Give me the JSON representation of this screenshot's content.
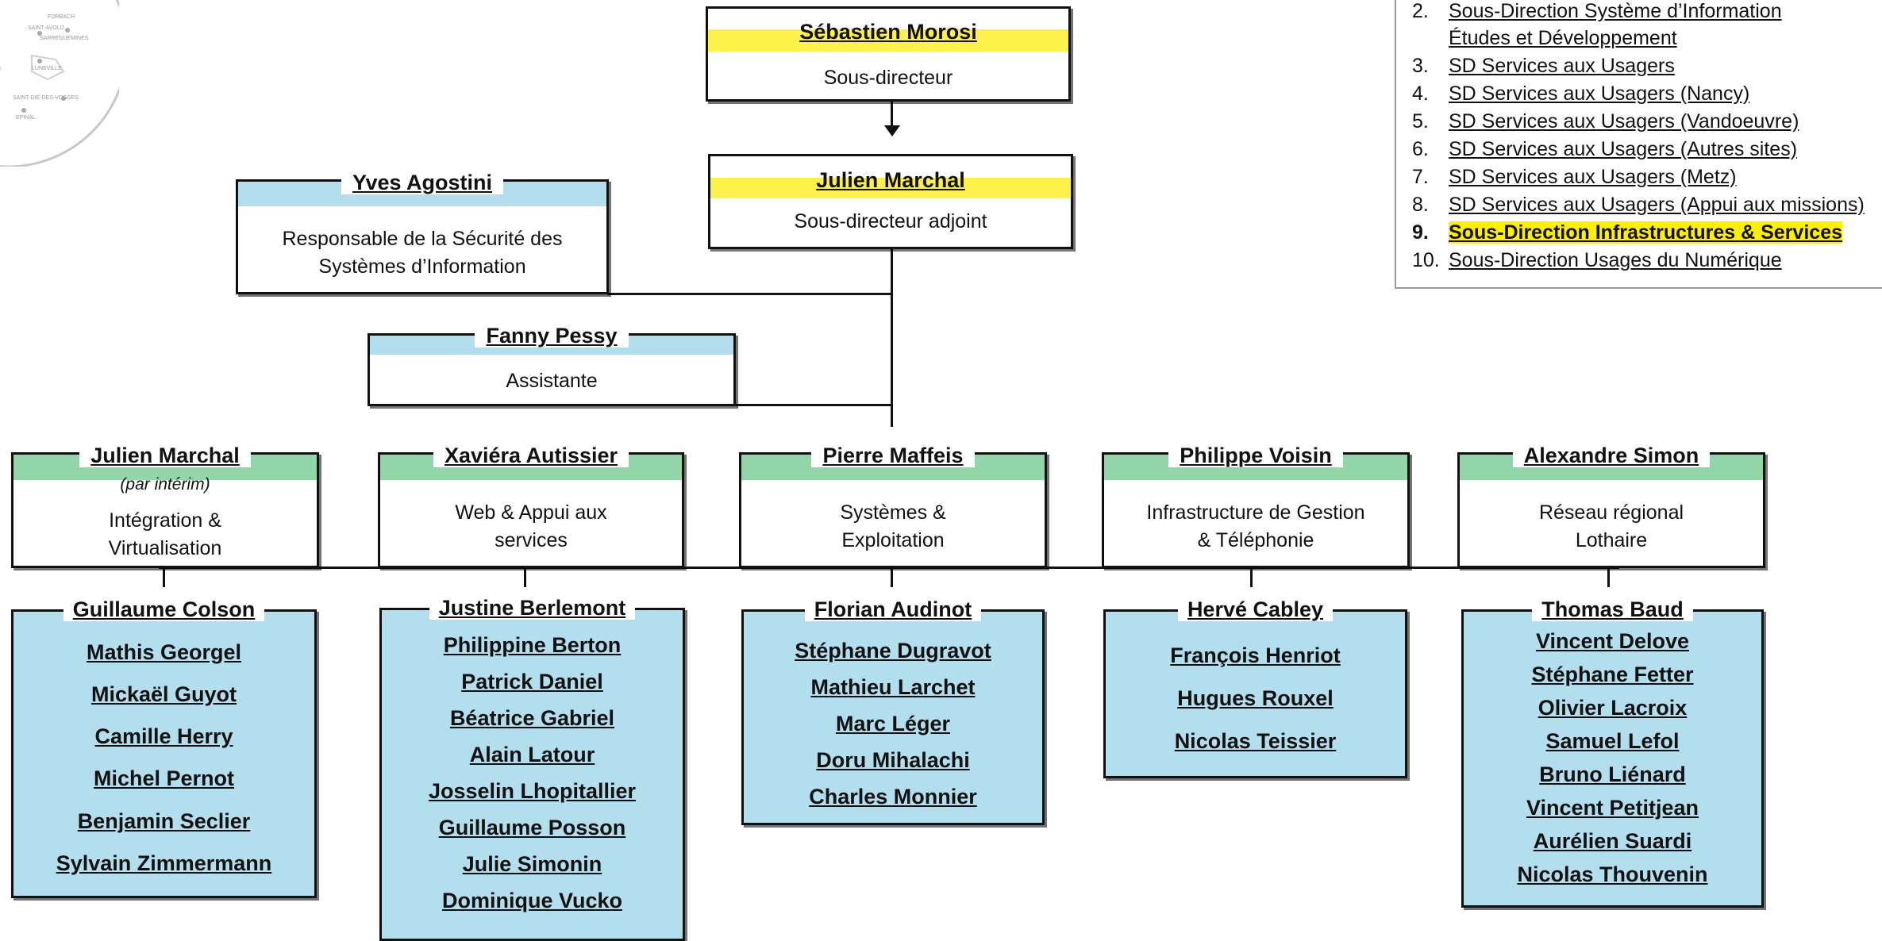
{
  "director": {
    "name": "Sébastien Morosi",
    "role": "Sous-directeur"
  },
  "deputy": {
    "name": "Julien Marchal",
    "role": "Sous-directeur adjoint"
  },
  "security_officer": {
    "name": "Yves Agostini",
    "role_line1": "Responsable de la Sécurité des",
    "role_line2": "Systèmes d’Information"
  },
  "assistant": {
    "name": "Fanny Pessy",
    "role": "Assistante"
  },
  "teams": [
    {
      "lead": "Julien Marchal",
      "note": "(par intérim)",
      "role_line1": "Intégration &",
      "role_line2": "Virtualisation",
      "head": "Guillaume Colson",
      "members": [
        "Mathis Georgel",
        "Mickaël Guyot",
        "Camille Herry",
        "Michel Pernot",
        "Benjamin Seclier",
        "Sylvain Zimmermann"
      ]
    },
    {
      "lead": "Xaviéra Autissier",
      "note": "",
      "role_line1": "Web & Appui aux",
      "role_line2": "services",
      "head": "Justine Berlemont",
      "members": [
        "Philippine Berton",
        "Patrick Daniel",
        "Béatrice Gabriel",
        "Alain Latour",
        "Josselin Lhopitallier",
        "Guillaume Posson",
        "Julie Simonin",
        "Dominique Vucko"
      ]
    },
    {
      "lead": "Pierre Maffeis",
      "note": "",
      "role_line1": "Systèmes &",
      "role_line2": "Exploitation",
      "head": "Florian Audinot",
      "members": [
        "Stéphane Dugravot",
        "Mathieu Larchet",
        "Marc Léger",
        "Doru Mihalachi",
        "Charles Monnier"
      ]
    },
    {
      "lead": "Philippe Voisin",
      "note": "",
      "role_line1": "Infrastructure de Gestion",
      "role_line2": "& Téléphonie",
      "head": "Hervé Cabley",
      "members": [
        "François Henriot",
        "Hugues Rouxel",
        "Nicolas Teissier"
      ]
    },
    {
      "lead": "Alexandre Simon",
      "note": "",
      "role_line1": "Réseau régional",
      "role_line2": "Lothaire",
      "head": "Thomas Baud",
      "members": [
        "Vincent Delove",
        "Stéphane Fetter",
        "Olivier Lacroix",
        "Samuel Lefol",
        "Bruno Liénard",
        "Vincent Petitjean",
        "Aurélien Suardi",
        "Nicolas Thouvenin"
      ]
    }
  ],
  "nav": [
    {
      "num": "2.",
      "label": "Sous-Direction Système d’Information"
    },
    {
      "num": "",
      "label": "Études et Développement"
    },
    {
      "num": "3.",
      "label": "SD Services aux Usagers"
    },
    {
      "num": "4.",
      "label": "SD Services aux Usagers (Nancy)"
    },
    {
      "num": "5.",
      "label": "SD Services aux Usagers (Vandoeuvre)"
    },
    {
      "num": "6.",
      "label": "SD Services aux Usagers (Autres sites)"
    },
    {
      "num": "7.",
      "label": "SD Services aux Usagers (Metz)"
    },
    {
      "num": "8.",
      "label": "SD Services aux Usagers (Appui aux missions)"
    },
    {
      "num": "9.",
      "label": "Sous-Direction Infrastructures & Services"
    },
    {
      "num": "10.",
      "label": "Sous-Direction Usages du Numérique"
    }
  ],
  "map_labels": [
    "FORBACH",
    "SAINT-AVOLD",
    "SARREGUEMINES",
    "LUNEVILLE",
    "SAINT-DIÉ-DES-VOSGES",
    "EPINAL"
  ],
  "colors": {
    "yellow": "#fef04a",
    "blue": "#b3deee",
    "green": "#93d4a9",
    "highlight": "#fef000"
  }
}
